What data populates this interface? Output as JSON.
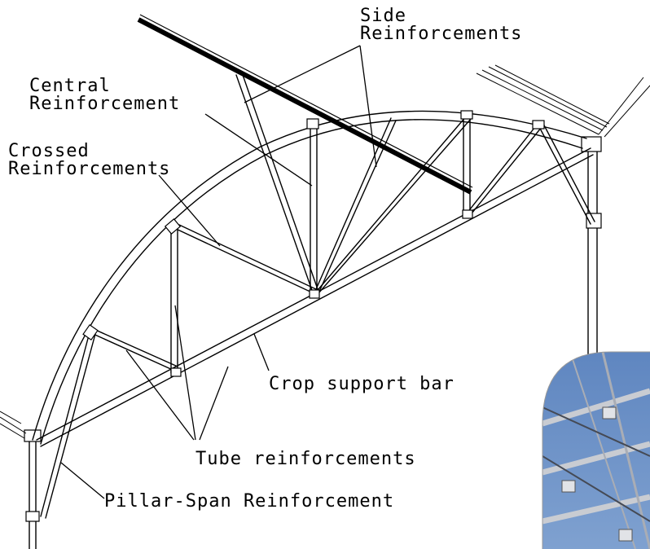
{
  "labels": {
    "side_line1": "Side",
    "side_line2": "Reinforcements",
    "central_line1": "Central",
    "central_line2": "Reinforcement",
    "crossed_line1": "Crossed",
    "crossed_line2": "Reinforcements",
    "crop_support_bar": "Crop support bar",
    "tube_reinforcements": "Tube reinforcements",
    "pillar_span": "Pillar-Span Reinforcement"
  },
  "colors": {
    "line": "#000000",
    "background": "#ffffff",
    "photo_sky": "#6f93c6",
    "photo_metal": "#c9ccd2"
  },
  "inset_photo": {
    "description_icon": "greenhouse-structure-photo"
  }
}
